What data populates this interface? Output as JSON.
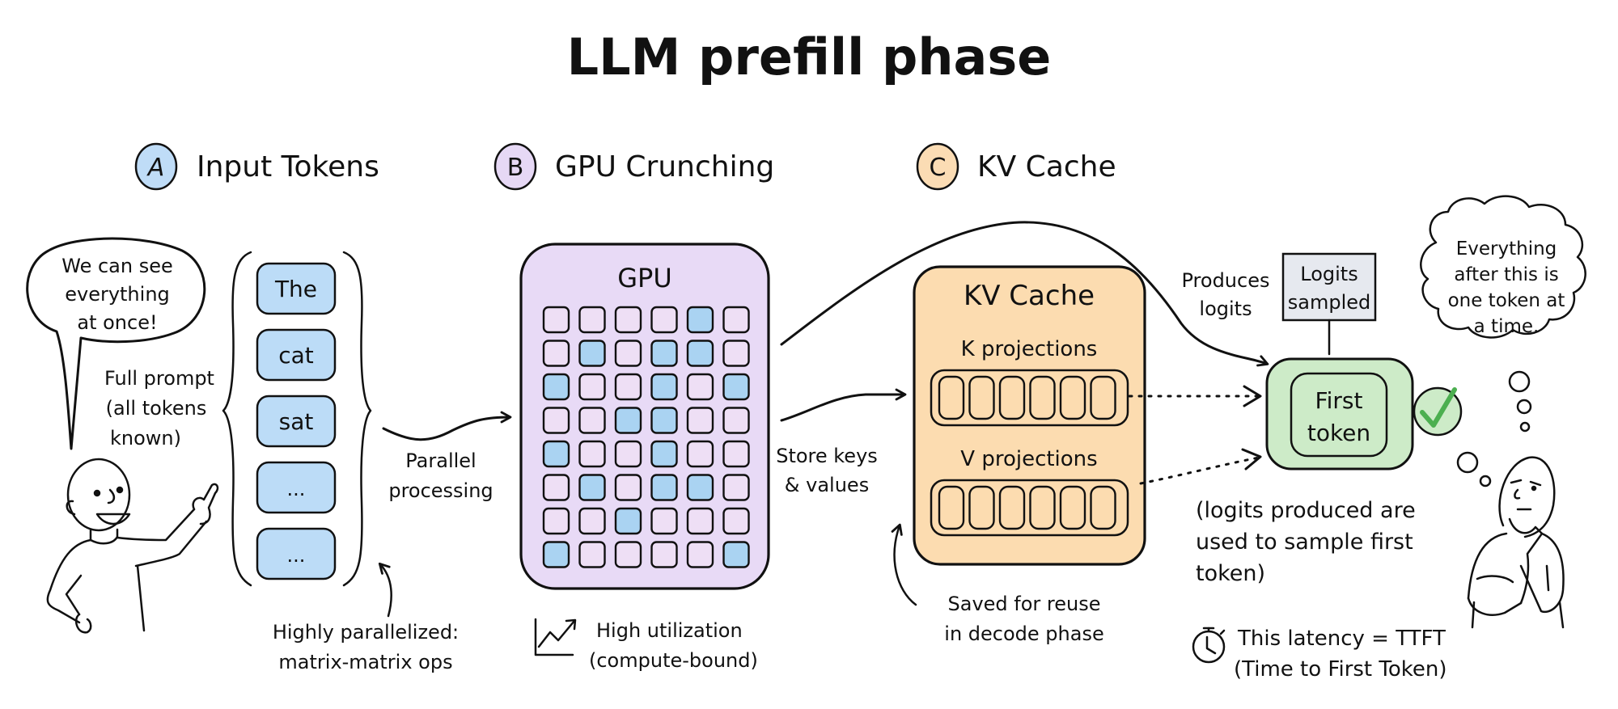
{
  "title": "LLM prefill phase",
  "sections": [
    {
      "badge": "A",
      "label": "Input Tokens",
      "color": "#bfdcf7"
    },
    {
      "badge": "B",
      "label": "GPU Crunching",
      "color": "#e6d8f5"
    },
    {
      "badge": "C",
      "label": "KV Cache",
      "color": "#fbdcb4"
    }
  ],
  "colors": {
    "token_fill": "#bcdcf7",
    "gpu_fill": "#e8daf6",
    "gpu_cell_active": "#aad3f2",
    "gpu_cell_idle": "#eedff5",
    "kv_fill": "#fcdcb0",
    "first_token_fill": "#cdebc8",
    "check_green": "#4caf50",
    "logits_box_fill": "#e6e9ef"
  },
  "speech_bubble": {
    "lines": [
      "We can see",
      "everything",
      "at once!"
    ]
  },
  "full_prompt": {
    "lines": [
      "Full prompt",
      "(all tokens",
      "known)"
    ]
  },
  "tokens": [
    "The",
    "cat",
    "sat",
    "...",
    "..."
  ],
  "parallel_label": {
    "lines": [
      "Parallel",
      "processing"
    ]
  },
  "highly_parallel": {
    "lines": [
      "Highly parallelized:",
      "matrix-matrix ops"
    ]
  },
  "gpu": {
    "title": "GPU",
    "grid": [
      [
        0,
        0,
        0,
        0,
        1,
        0
      ],
      [
        0,
        1,
        0,
        1,
        1,
        0
      ],
      [
        1,
        0,
        0,
        1,
        0,
        1
      ],
      [
        0,
        0,
        1,
        1,
        0,
        0
      ],
      [
        1,
        0,
        0,
        1,
        0,
        0
      ],
      [
        0,
        1,
        0,
        1,
        1,
        0
      ],
      [
        0,
        0,
        1,
        0,
        0,
        0
      ],
      [
        1,
        0,
        0,
        0,
        0,
        1
      ]
    ]
  },
  "utilization": {
    "icon": "trending-up-chart-icon",
    "lines": [
      "High utilization",
      "(compute-bound)"
    ]
  },
  "store_label": {
    "lines": [
      "Store keys",
      "& values"
    ]
  },
  "kv_cache": {
    "title": "KV Cache",
    "k_label": "K projections",
    "v_label": "V projections",
    "slots_per_row": 6
  },
  "saved_label": {
    "lines": [
      "Saved for reuse",
      "in decode phase"
    ]
  },
  "produces_logits": {
    "lines": [
      "Produces",
      "logits"
    ]
  },
  "logits_sampled": {
    "lines": [
      "Logits",
      "sampled"
    ]
  },
  "first_token": {
    "lines": [
      "First",
      "token"
    ],
    "check_icon": "check-circle-icon"
  },
  "thought_bubble": {
    "lines": [
      "Everything",
      "after this is",
      "one token at",
      "a time."
    ]
  },
  "logits_note": {
    "lines": [
      "(logits produced are",
      "used to sample first",
      "token)"
    ]
  },
  "ttft": {
    "icon": "stopwatch-icon",
    "lines": [
      "This latency = TTFT",
      "(Time to First Token)"
    ]
  }
}
